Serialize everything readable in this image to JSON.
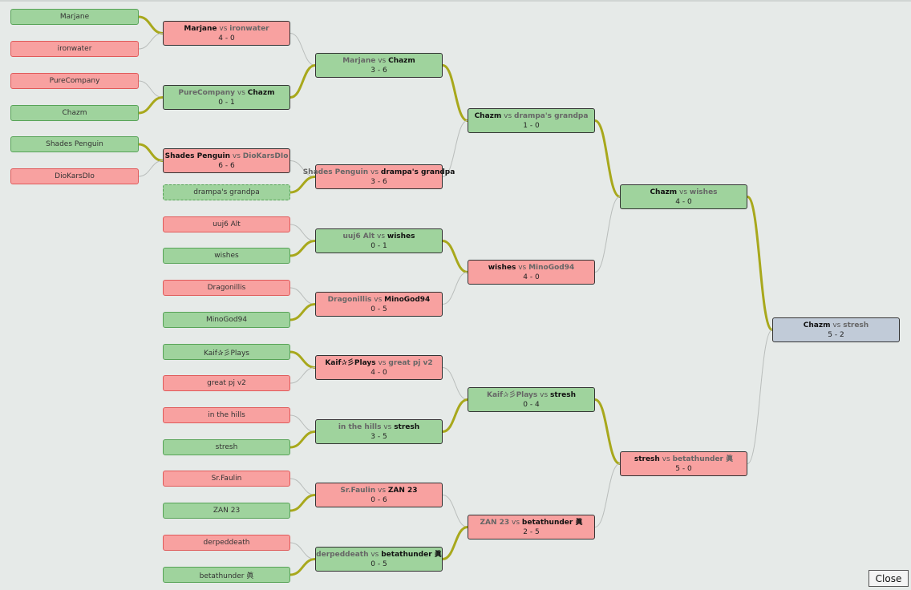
{
  "close_label": "Close",
  "colors": {
    "win_fill": "#9fd39d",
    "win_border": "#57a357",
    "lose_fill": "#f8a1a0",
    "lose_border": "#e05a5a",
    "final_fill": "#c1cbd8",
    "final_border": "#8794a6",
    "win_connector": "#a8a81c",
    "lose_connector": "#b9bdbb"
  },
  "entrants": [
    {
      "id": "e1",
      "name": "Marjane",
      "status": "win"
    },
    {
      "id": "e2",
      "name": "ironwater",
      "status": "lose"
    },
    {
      "id": "e3",
      "name": "PureCompany",
      "status": "lose"
    },
    {
      "id": "e4",
      "name": "Chazm",
      "status": "win"
    },
    {
      "id": "e5",
      "name": "Shades Penguin",
      "status": "win"
    },
    {
      "id": "e6",
      "name": "DioKarsDIo",
      "status": "lose"
    },
    {
      "id": "e7",
      "name": "drampa's grandpa",
      "status": "win",
      "dashed": true
    },
    {
      "id": "e8",
      "name": "uuj6 Alt",
      "status": "lose"
    },
    {
      "id": "e9",
      "name": "wishes",
      "status": "win"
    },
    {
      "id": "e10",
      "name": "Dragonillis",
      "status": "lose"
    },
    {
      "id": "e11",
      "name": "MinoGod94",
      "status": "win"
    },
    {
      "id": "e12",
      "name": "Kaif✰彡Plays",
      "status": "win"
    },
    {
      "id": "e13",
      "name": "great pj v2",
      "status": "lose"
    },
    {
      "id": "e14",
      "name": "in the hills",
      "status": "lose"
    },
    {
      "id": "e15",
      "name": "stresh",
      "status": "win"
    },
    {
      "id": "e16",
      "name": "Sr.Faulin",
      "status": "lose"
    },
    {
      "id": "e17",
      "name": "ZAN 23",
      "status": "win"
    },
    {
      "id": "e18",
      "name": "derpeddeath",
      "status": "lose"
    },
    {
      "id": "e19",
      "name": "betathunder 眞",
      "status": "win"
    }
  ],
  "matches": [
    {
      "id": "m1",
      "p1": "Marjane",
      "p2": "ironwater",
      "vs": "vs",
      "score": "4 - 0",
      "winner": 1,
      "status": "lose"
    },
    {
      "id": "m2",
      "p1": "PureCompany",
      "p2": "Chazm",
      "vs": "vs",
      "score": "0 - 1",
      "winner": 2,
      "status": "win"
    },
    {
      "id": "m3",
      "p1": "Shades Penguin",
      "p2": "DioKarsDIo",
      "vs": "vs",
      "score": "6 - 6",
      "winner": 1,
      "status": "lose"
    },
    {
      "id": "m4",
      "p1": "Marjane",
      "p2": "Chazm",
      "vs": "vs",
      "score": "3 - 6",
      "winner": 2,
      "status": "win"
    },
    {
      "id": "m5",
      "p1": "Shades Penguin",
      "p2": "drampa's grandpa",
      "vs": "vs",
      "score": "3 - 6",
      "winner": 2,
      "status": "lose",
      "dashed": true
    },
    {
      "id": "m6",
      "p1": "uuj6 Alt",
      "p2": "wishes",
      "vs": "vs",
      "score": "0 - 1",
      "winner": 2,
      "status": "win"
    },
    {
      "id": "m7",
      "p1": "Dragonillis",
      "p2": "MinoGod94",
      "vs": "vs",
      "score": "0 - 5",
      "winner": 2,
      "status": "lose"
    },
    {
      "id": "m8",
      "p1": "Kaif✰彡Plays",
      "p2": "great pj v2",
      "vs": "vs",
      "score": "4 - 0",
      "winner": 1,
      "status": "lose"
    },
    {
      "id": "m9",
      "p1": "in the hills",
      "p2": "stresh",
      "vs": "vs",
      "score": "3 - 5",
      "winner": 2,
      "status": "win"
    },
    {
      "id": "m10",
      "p1": "Sr.Faulin",
      "p2": "ZAN 23",
      "vs": "vs",
      "score": "0 - 6",
      "winner": 2,
      "status": "lose"
    },
    {
      "id": "m11",
      "p1": "derpeddeath",
      "p2": "betathunder 眞",
      "vs": "vs",
      "score": "0 - 5",
      "winner": 2,
      "status": "win"
    },
    {
      "id": "m12",
      "p1": "Chazm",
      "p2": "drampa's grandpa",
      "vs": "vs",
      "score": "1 - 0",
      "winner": 1,
      "status": "win"
    },
    {
      "id": "m13",
      "p1": "wishes",
      "p2": "MinoGod94",
      "vs": "vs",
      "score": "4 - 0",
      "winner": 1,
      "status": "lose"
    },
    {
      "id": "m14",
      "p1": "Kaif✰彡Plays",
      "p2": "stresh",
      "vs": "vs",
      "score": "0 - 4",
      "winner": 2,
      "status": "win"
    },
    {
      "id": "m15",
      "p1": "ZAN 23",
      "p2": "betathunder 眞",
      "vs": "vs",
      "score": "2 - 5",
      "winner": 2,
      "status": "lose"
    },
    {
      "id": "m16",
      "p1": "Chazm",
      "p2": "wishes",
      "vs": "vs",
      "score": "4 - 0",
      "winner": 1,
      "status": "win"
    },
    {
      "id": "m17",
      "p1": "stresh",
      "p2": "betathunder 眞",
      "vs": "vs",
      "score": "5 - 0",
      "winner": 1,
      "status": "lose"
    },
    {
      "id": "m18",
      "p1": "Chazm",
      "p2": "stresh",
      "vs": "vs",
      "score": "5 - 2",
      "winner": 1,
      "status": "final"
    }
  ]
}
